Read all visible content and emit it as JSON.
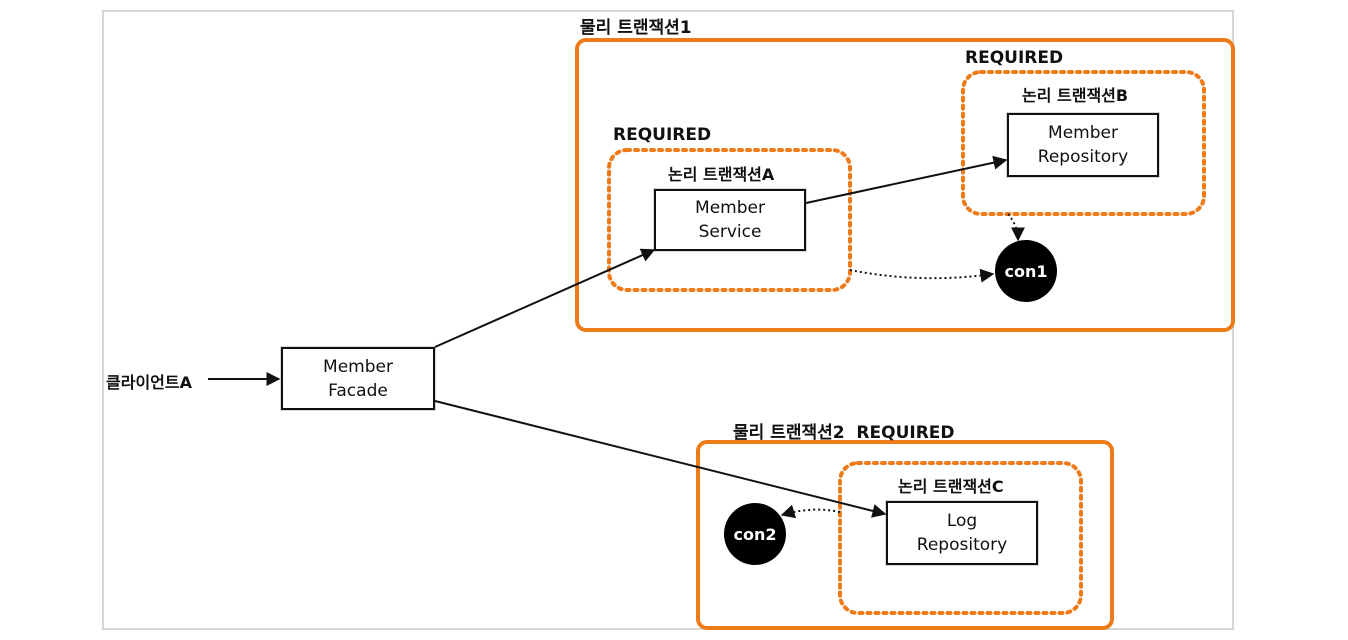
{
  "physical_tx1": {
    "title": "물리 트랜잭션1"
  },
  "physical_tx2": {
    "title": "물리 트랜잭션2  REQUIRED"
  },
  "logical_a": {
    "propagation": "REQUIRED",
    "title": "논리 트랜잭션A",
    "component": [
      "Member",
      "Service"
    ]
  },
  "logical_b": {
    "propagation": "REQUIRED",
    "title": "논리 트랜잭션B",
    "component": [
      "Member",
      "Repository"
    ]
  },
  "logical_c": {
    "title": "논리 트랜잭션C",
    "component": [
      "Log",
      "Repository"
    ]
  },
  "facade": [
    "Member",
    "Facade"
  ],
  "client": "클라이언트A",
  "connections": {
    "con1": "con1",
    "con2": "con2"
  },
  "colors": {
    "physical_border": "#ee7a1a",
    "logical_border": "#ee7a1a",
    "line": "#111111",
    "frame": "#d6d6d6"
  }
}
